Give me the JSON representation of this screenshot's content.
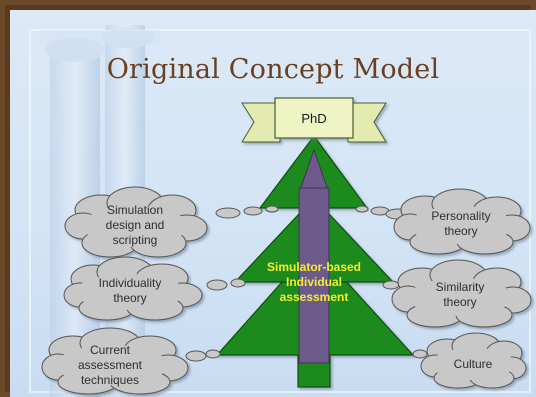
{
  "title": "Original Concept Model",
  "banner": {
    "label": "PhD"
  },
  "tree": {
    "label_lines": [
      "Simulator-based",
      "Individual",
      "assessment"
    ]
  },
  "clouds": {
    "simulation": [
      "Simulation",
      "design and",
      "scripting"
    ],
    "individuality": [
      "Individuality",
      "theory"
    ],
    "current": [
      "Current",
      "assessment",
      "techniques"
    ],
    "personality": [
      "Personality",
      "theory"
    ],
    "similarity": [
      "Similarity",
      "theory"
    ],
    "culture": [
      "Culture"
    ]
  },
  "colors": {
    "tree_green": "#1d8a1d",
    "arrow_purple": "#6c5a8a",
    "banner_fill": "#eef3c4",
    "cloud_fill": "#c8c8c8",
    "title_brown": "#6a3f22"
  }
}
